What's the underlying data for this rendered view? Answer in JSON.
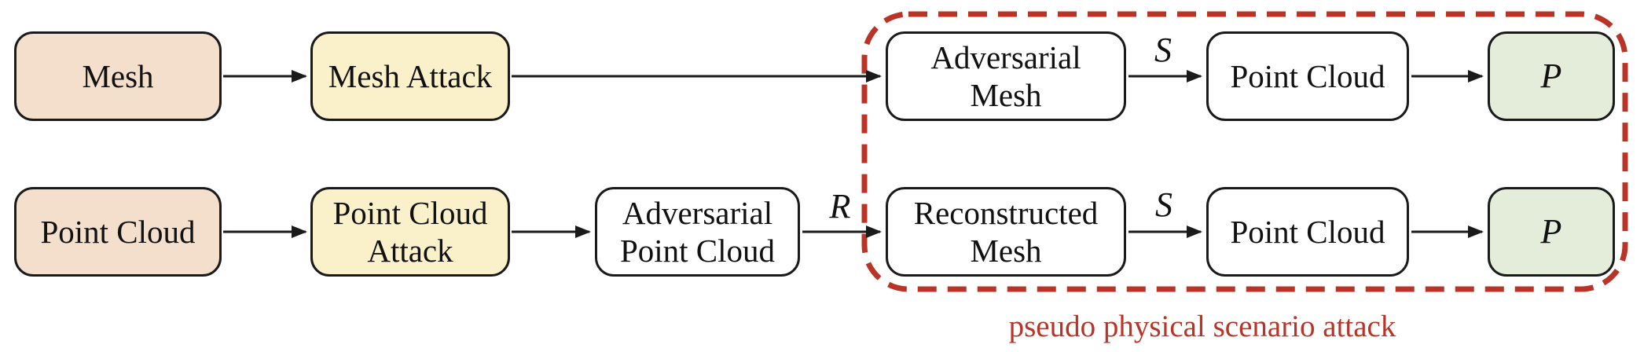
{
  "diagram": {
    "row1": {
      "mesh": "Mesh",
      "mesh_attack": "Mesh Attack",
      "adversarial_mesh": "Adversarial Mesh",
      "sample_label": "S",
      "point_cloud": "Point Cloud",
      "perception": "P"
    },
    "row2": {
      "point_cloud_input": "Point Cloud",
      "point_cloud_attack": "Point Cloud Attack",
      "adversarial_point_cloud": "Adversarial Point Cloud",
      "reconstruct_label": "R",
      "reconstructed_mesh": "Reconstructed Mesh",
      "sample_label": "S",
      "point_cloud": "Point Cloud",
      "perception": "P"
    },
    "annotation": "pseudo physical scenario attack",
    "colors": {
      "input_fill": "#F4DFCD",
      "attack_fill": "#FAF1CB",
      "output_fill": "#E4EDDA",
      "box_border": "#1A1A1A",
      "accent_red": "#B93427"
    }
  }
}
